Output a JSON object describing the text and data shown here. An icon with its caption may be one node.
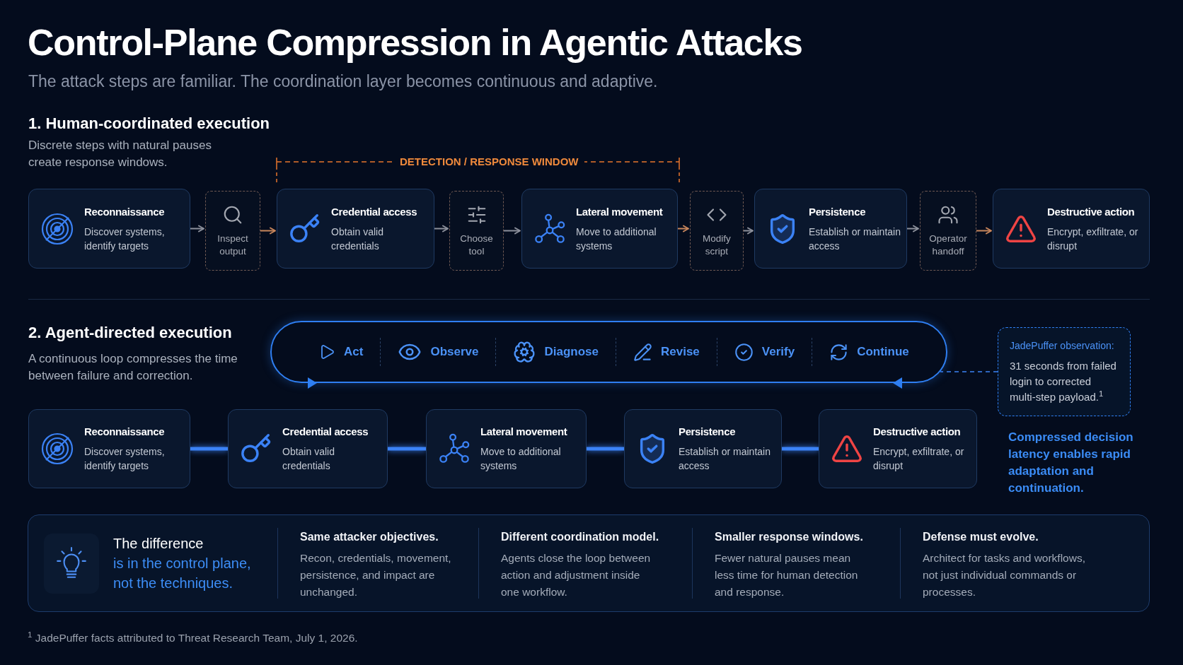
{
  "diagram": {
    "title": "Control-Plane Compression in Agentic Attacks",
    "nodes": [
      {
        "text": [
          "Reconnaissance",
          "Discover systems, identify targets"
        ]
      },
      {
        "text": [
          "Inspect output"
        ]
      },
      {
        "text": [
          "Credential access",
          "Obtain valid credentials"
        ]
      },
      {
        "text": [
          "Choose tool"
        ]
      },
      {
        "text": [
          "Lateral movement",
          "Move to additional systems"
        ]
      },
      {
        "text": [
          "Modify script"
        ]
      },
      {
        "text": [
          "Persistence",
          "Establish or maintain access"
        ]
      },
      {
        "text": [
          "Operator handoff"
        ]
      },
      {
        "text": [
          "Destructive action",
          "Encrypt, exfiltrate, or disrupt"
        ]
      },
      {
        "text": [
          "Act",
          "Observe",
          "Diagnose",
          "Revise",
          "Verify",
          "Continue"
        ]
      },
      {
        "text": [
          "JadePuffer observation:",
          "31 seconds from failed login to corrected multi-step payload.$^{1}$"
        ]
      },
      {
        "text": [
          "Reconnaissance",
          "Discover systems, identify targets"
        ]
      },
      {
        "text": [
          "Credential access",
          "Obtain valid credentials"
        ]
      },
      {
        "text": [
          "Lateral movement",
          "Move to additional systems"
        ]
      },
      {
        "text": [
          "Persistence",
          "Establish or maintain access"
        ]
      },
      {
        "text": [
          "Destructive action",
          "Encrypt, exfiltrate, or disrupt"
        ]
      },
      {
        "text": [
          "The difference",
          "is in the control plane, not the techniques.",
          "Same attacker objectives.",
          "Recon, credentials, movement, persistence, and impact are unchanged.",
          "Different coordination model.",
          "Agents close the loop between action and adjustment inside one workflow.",
          "Smaller response windows.",
          "Fewer natural pauses mean less time for human detection and response.",
          "Defense must evolve.",
          "Architect for tasks and workflows, not just individual commands or processes."
        ]
      }
    ],
    "edges": [
      {
        "from": 0,
        "to": 1,
        "arrow": "to"
      },
      {
        "from": 1,
        "to": 2,
        "arrow": "to",
        "color": "#c8865c"
      },
      {
        "from": 2,
        "to": 3,
        "arrow": "to"
      },
      {
        "from": 3,
        "to": 4,
        "arrow": "to"
      },
      {
        "from": 4,
        "to": 5,
        "arrow": "to",
        "color": "#c8865c"
      },
      {
        "from": 5,
        "to": 6,
        "arrow": "to"
      },
      {
        "from": 6,
        "to": 7,
        "arrow": "to"
      },
      {
        "from": 7,
        "to": 8,
        "arrow": "to",
        "color": "#c8865c"
      },
      {
        "from": 11,
        "to": 12,
        "arrow": "none",
        "style": "thick",
        "color": "#3b82f6"
      },
      {
        "from": 12,
        "to": 13,
        "arrow": "none",
        "style": "thick",
        "color": "#3b82f6"
      },
      {
        "from": 13,
        "to": 14,
        "arrow": "none",
        "style": "thick",
        "color": "#3b82f6"
      },
      {
        "from": 14,
        "to": 15,
        "arrow": "none",
        "style": "thick",
        "color": "#3b82f6"
      },
      {
        "from": 10,
        "to": 9,
        "arrow": "none",
        "style": "dashed",
        "color": "#3b82f6"
      }
    ],
    "labels": [
      "The attack steps are familiar. The coordination layer becomes continuous and adaptive.",
      "1. Human-coordinated execution",
      "Discrete steps with natural pauses create response windows.",
      "DETECTION / RESPONSE WINDOW",
      "2. Agent-directed execution",
      "A continuous loop compresses the time between failure and correction.",
      "Compressed decision latency enables rapid adaptation and continuation.",
      "$^{1}$ JadePuffer facts attributed to Threat Research Team, July 1, 2026."
    ]
  }
}
